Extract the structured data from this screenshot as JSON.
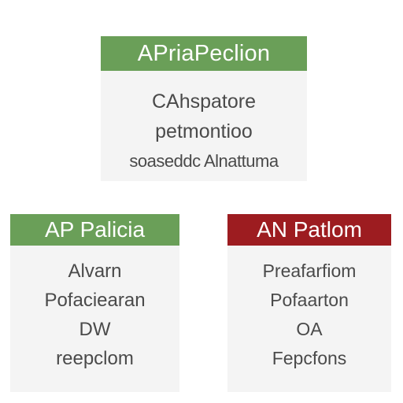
{
  "colors": {
    "green_header": "#6a9f58",
    "red_header": "#9d1c20",
    "card_background": "#f4f4f4",
    "body_text": "#4a4a4a"
  },
  "cards": [
    {
      "header": "APriaPeclion",
      "lines": [
        "CAhspatore",
        "petmontioo",
        "soaseddc Alnattuma"
      ]
    },
    {
      "header": "AP Palicia",
      "lines": [
        "Alvarn",
        "Pofaciearan",
        "DW",
        "reepclom"
      ]
    },
    {
      "header": "AN Patlom",
      "lines": [
        "Preafarfiom",
        "Pofaarton",
        "OA",
        "Fepcfons"
      ]
    }
  ]
}
